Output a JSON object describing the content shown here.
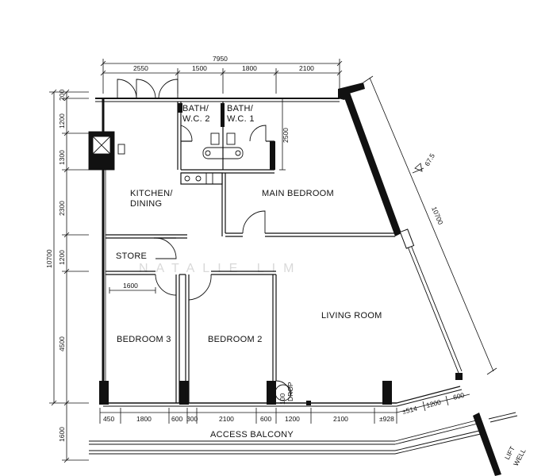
{
  "rooms": {
    "bath2_line1": "BATH/",
    "bath2_line2": "W.C. 2",
    "bath1_line1": "BATH/",
    "bath1_line2": "W.C. 1",
    "kitchen_line1": "KITCHEN/",
    "kitchen_line2": "DINING",
    "main_bedroom": "MAIN BEDROOM",
    "store": "STORE",
    "living_room": "LIVING ROOM",
    "bedroom3": "BEDROOM 3",
    "bedroom2": "BEDROOM 2",
    "access_balcony": "ACCESS BALCONY",
    "lift_well_line1": "LIFT",
    "lift_well_line2": "WELL",
    "drop_line1": "100",
    "drop_line2": "DROP"
  },
  "watermark": "NATALIE LIM",
  "dimensions": {
    "top_total": "7950",
    "top": [
      "2550",
      "1500",
      "1800",
      "2100"
    ],
    "left_total": "10700",
    "left": [
      "200",
      "1200",
      "1300",
      "2300",
      "1200",
      "4500"
    ],
    "left_bottom": "1600",
    "bottom": [
      "450",
      "1800",
      "600",
      "300",
      "2100",
      "600",
      "1200",
      "2100",
      "±928",
      "±514",
      "1200",
      "600"
    ],
    "bath_height": "2500",
    "store_width": "1600",
    "diagonal": "10700",
    "angle": "67.5"
  }
}
